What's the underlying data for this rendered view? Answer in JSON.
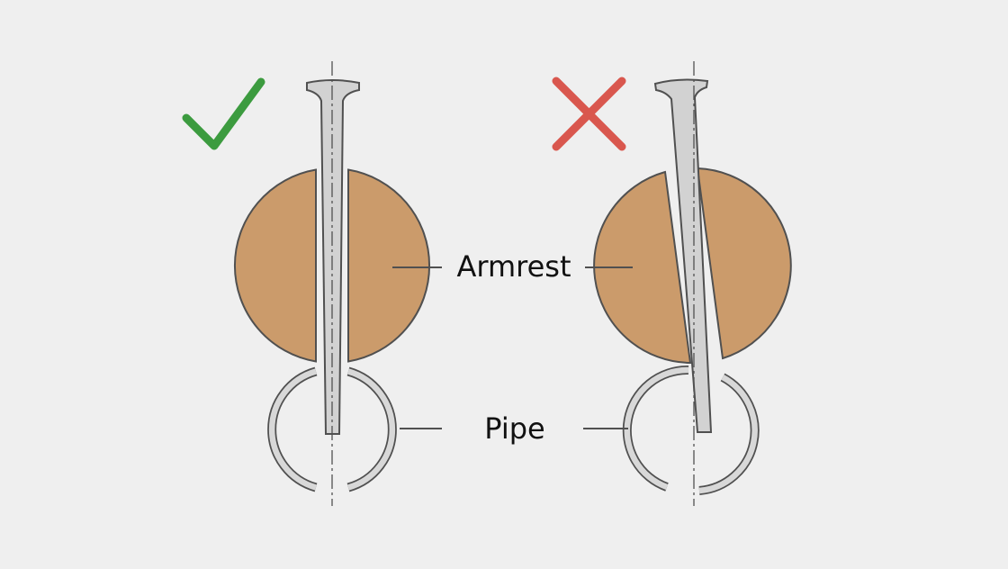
{
  "labels": {
    "armrest": "Armrest",
    "pipe": "Pipe"
  },
  "panels": [
    {
      "verdict": "correct",
      "icon": "check-icon",
      "color": "#3c9b3f"
    },
    {
      "verdict": "incorrect",
      "icon": "cross-icon",
      "color": "#d9574e"
    }
  ],
  "colors": {
    "background": "#efefef",
    "wood": "#cb9b6b",
    "metal": "#d2d2d2",
    "outline": "#505050"
  }
}
